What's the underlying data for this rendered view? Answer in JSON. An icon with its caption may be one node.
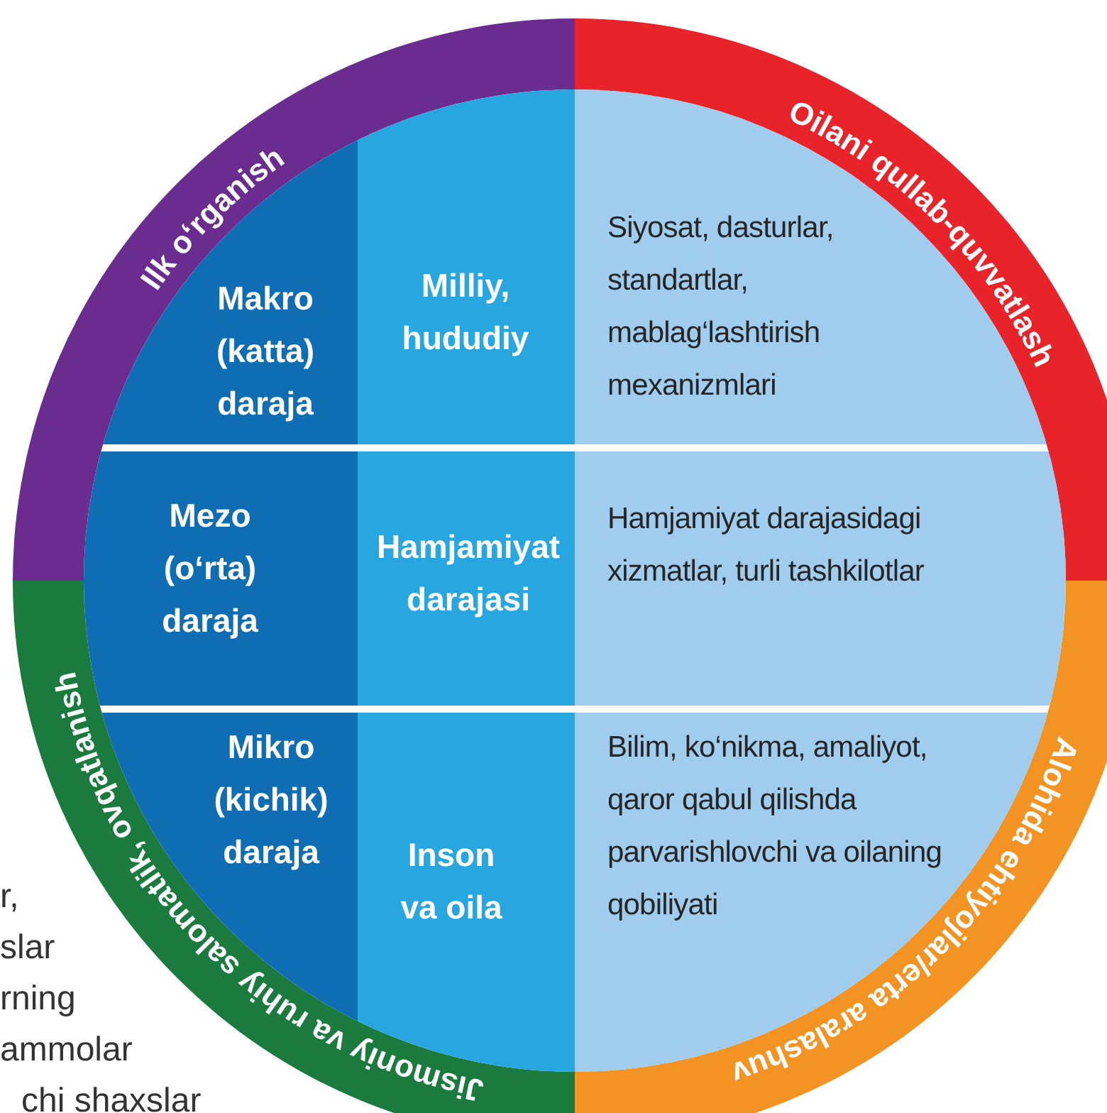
{
  "diagram": {
    "nodes": [
      {
        "text": [
          "Ilk o‘rganish"
        ]
      },
      {
        "text": [
          "Oilani qullab-quvvatlash"
        ]
      },
      {
        "text": [
          "Makro (katta) daraja"
        ]
      },
      {
        "text": [
          "Milliy, hududiy"
        ]
      },
      {
        "text": [
          "Siyosat, dasturlar, standartlar, mablag‘lashtirish mexanizmlari"
        ]
      },
      {
        "text": [
          "Mezo (o‘rta) daraja"
        ]
      },
      {
        "text": [
          "Hamjamiyat darajasi"
        ]
      },
      {
        "text": [
          "Hamjamiyat darajasidagi xizmatlar, turli tashkilotlar"
        ]
      },
      {
        "text": [
          "Mikro (kichik) daraja"
        ]
      },
      {
        "text": [
          "Inson va oila"
        ]
      },
      {
        "text": [
          "Bilim, ko‘nikma, amaliyot, qaror qabul qilishda parvarishlovchi va oilaning qobiliyati"
        ]
      },
      {
        "text": [
          "Alohida ehtiyojlar/erta aralashuv"
        ]
      },
      {
        "text": [
          "Jismoniy va ruhiy salomatlik, ovqatlanish"
        ]
      }
    ],
    "labels": [
      "r,",
      "slar",
      "rning",
      "ammolar",
      "chi shaxslar"
    ]
  }
}
